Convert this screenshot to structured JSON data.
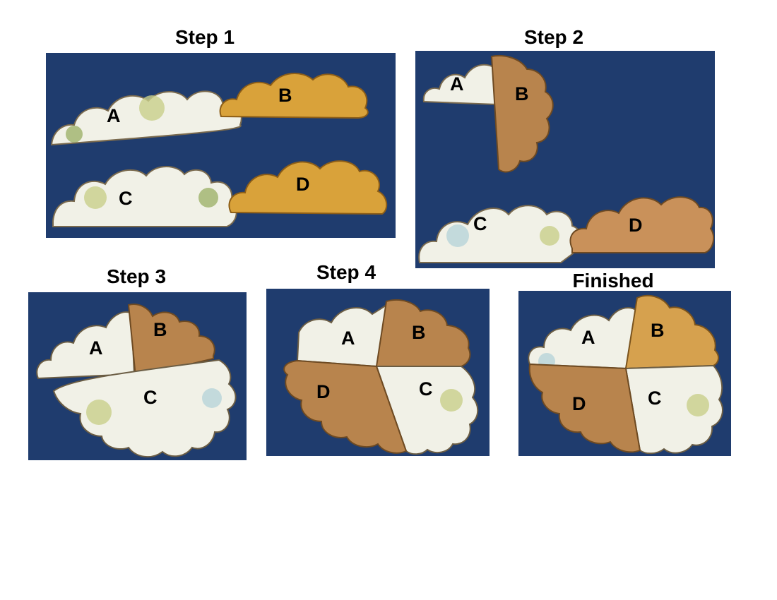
{
  "steps": [
    {
      "title": "Step 1",
      "labels": {
        "a": "A",
        "b": "B",
        "c": "C",
        "d": "D"
      }
    },
    {
      "title": "Step 2",
      "labels": {
        "a": "A",
        "b": "B",
        "c": "C",
        "d": "D"
      }
    },
    {
      "title": "Step 3",
      "labels": {
        "a": "A",
        "b": "B",
        "c": "C"
      }
    },
    {
      "title": "Step 4",
      "labels": {
        "a": "A",
        "b": "B",
        "c": "C",
        "d": "D"
      }
    },
    {
      "title": "Finished",
      "labels": {
        "a": "A",
        "b": "B",
        "c": "C",
        "d": "D"
      }
    }
  ],
  "colors": {
    "background": "#1f3c6e",
    "paisley_paper": "#f1f1e7",
    "floral_paper_bright": "#d9a23a",
    "floral_paper_brown": "#b8844d"
  }
}
